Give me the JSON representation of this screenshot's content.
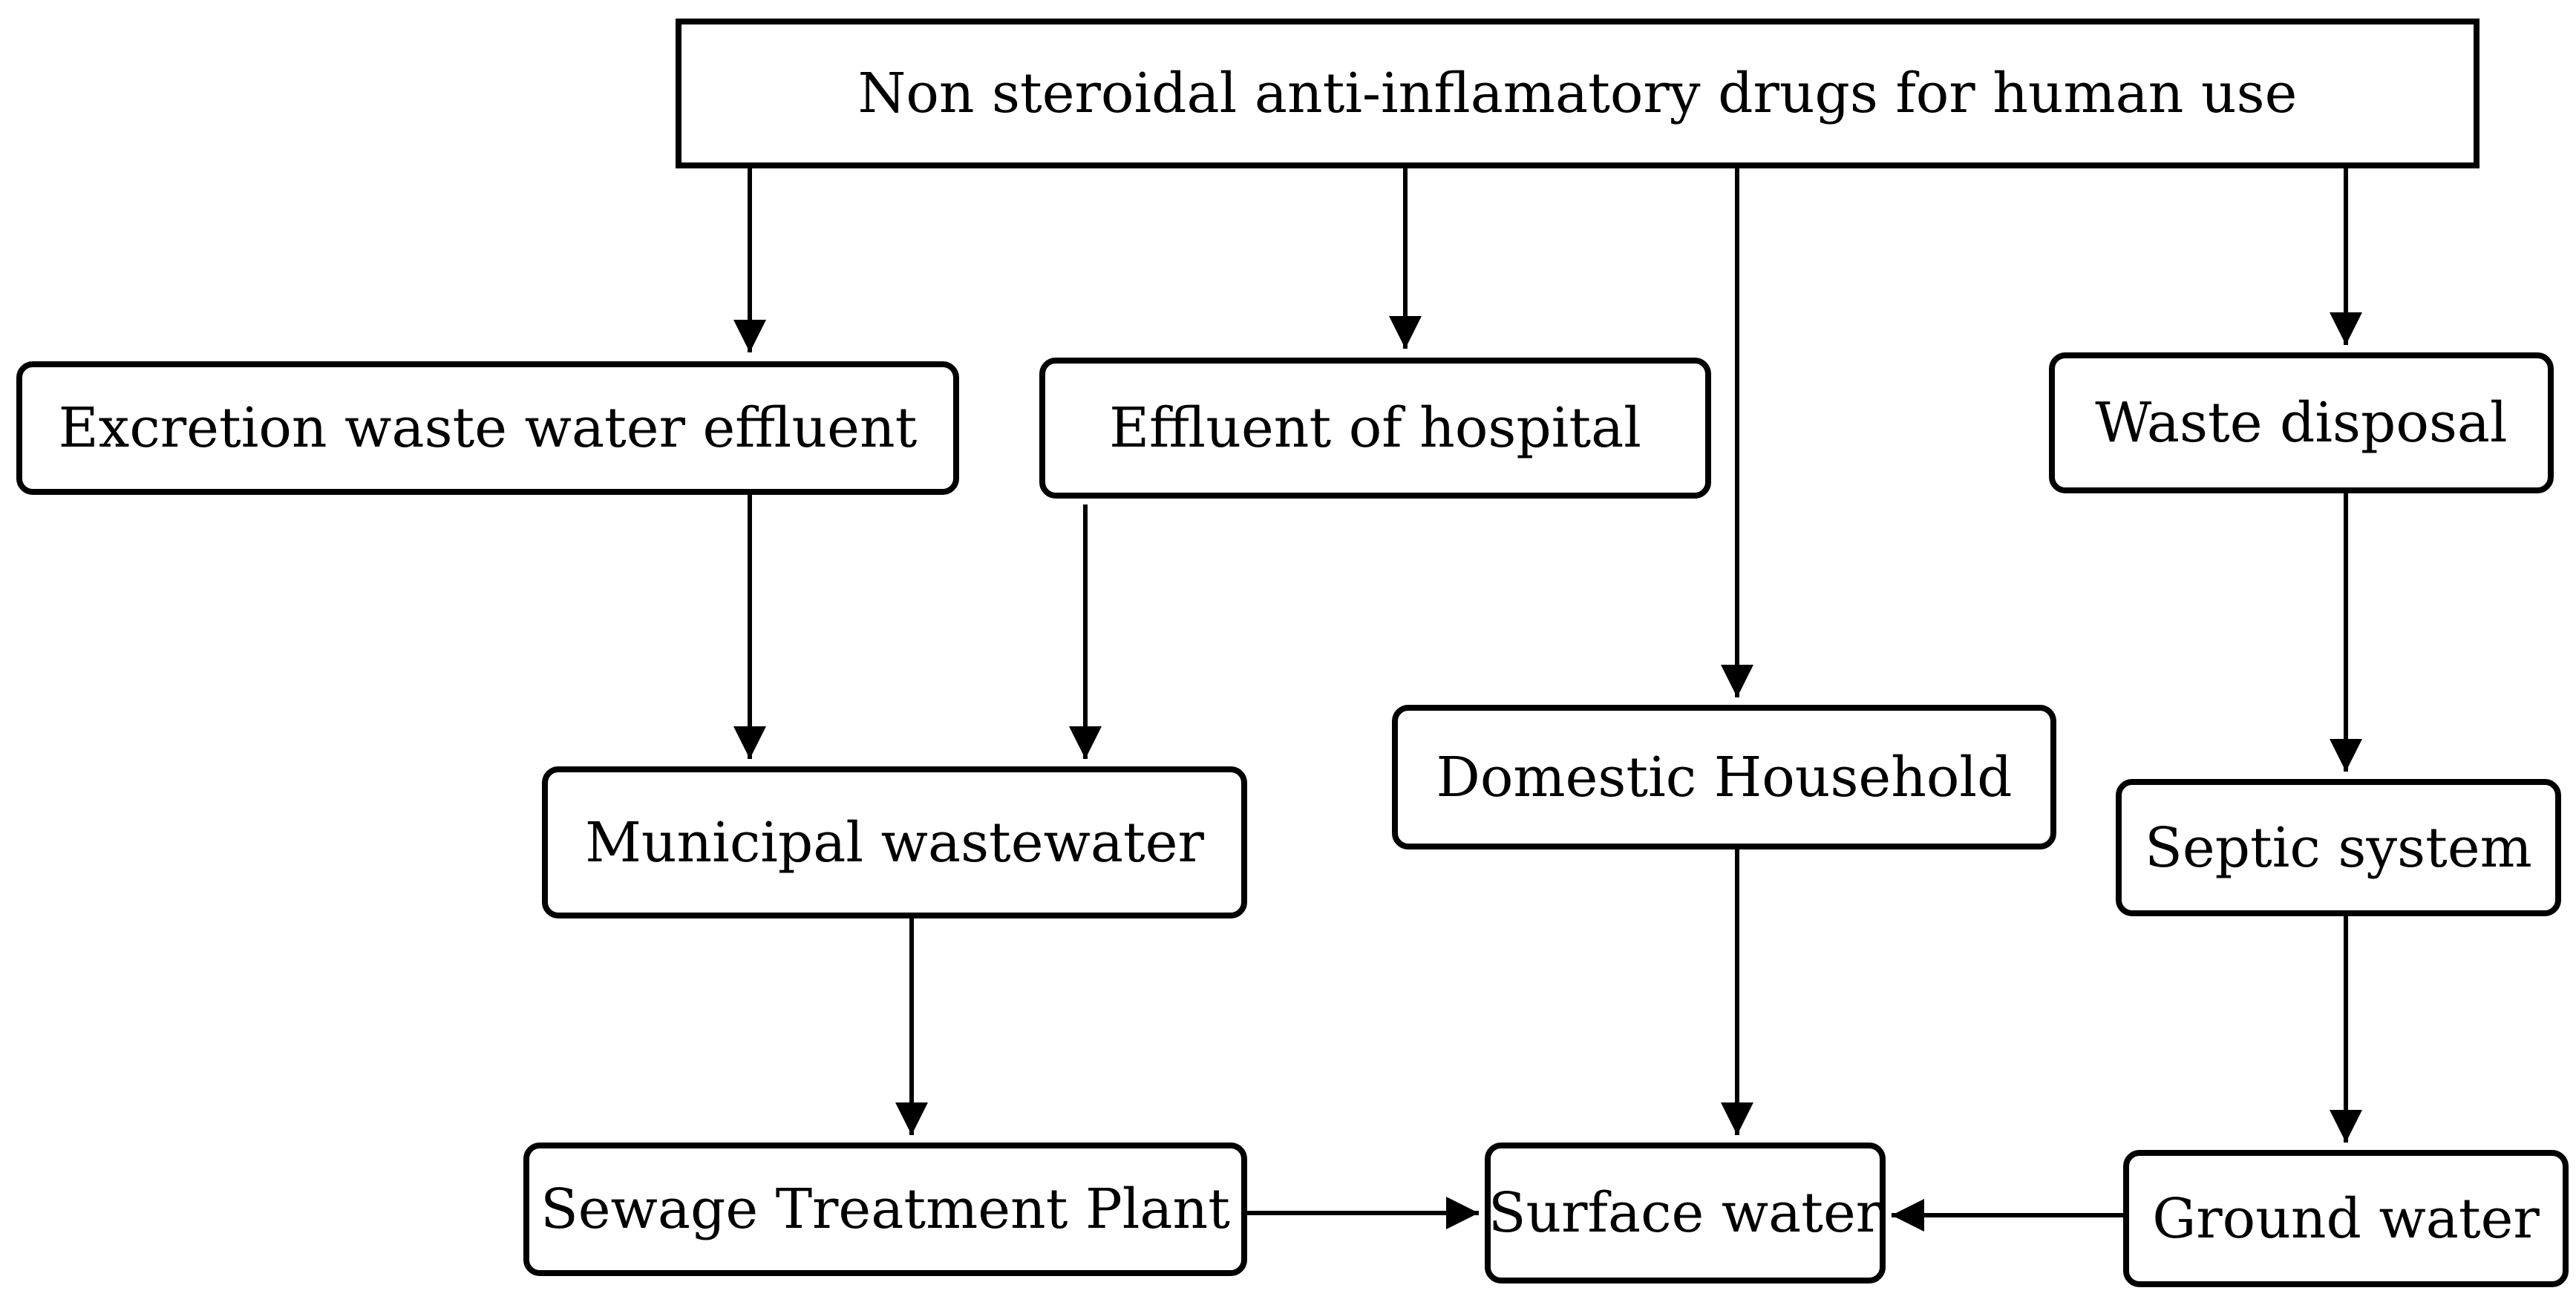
{
  "diagram": {
    "nodes": {
      "top": "Non steroidal anti-inflamatory drugs for human use",
      "excretion": "Excretion waste water effluent",
      "hospital": "Effluent of hospital",
      "waste": "Waste disposal",
      "municipal": "Municipal wastewater",
      "domestic": "Domestic Household",
      "septic": "Septic system",
      "sewage": "Sewage Treatment Plant",
      "surface": "Surface water",
      "ground": "Ground water"
    },
    "edges": [
      {
        "from": "top",
        "to": "excretion"
      },
      {
        "from": "top",
        "to": "hospital"
      },
      {
        "from": "top",
        "to": "domestic"
      },
      {
        "from": "top",
        "to": "waste"
      },
      {
        "from": "excretion",
        "to": "municipal"
      },
      {
        "from": "hospital",
        "to": "municipal"
      },
      {
        "from": "waste",
        "to": "septic"
      },
      {
        "from": "municipal",
        "to": "sewage"
      },
      {
        "from": "domestic",
        "to": "surface"
      },
      {
        "from": "septic",
        "to": "ground"
      },
      {
        "from": "sewage",
        "to": "surface"
      },
      {
        "from": "ground",
        "to": "surface"
      }
    ]
  }
}
